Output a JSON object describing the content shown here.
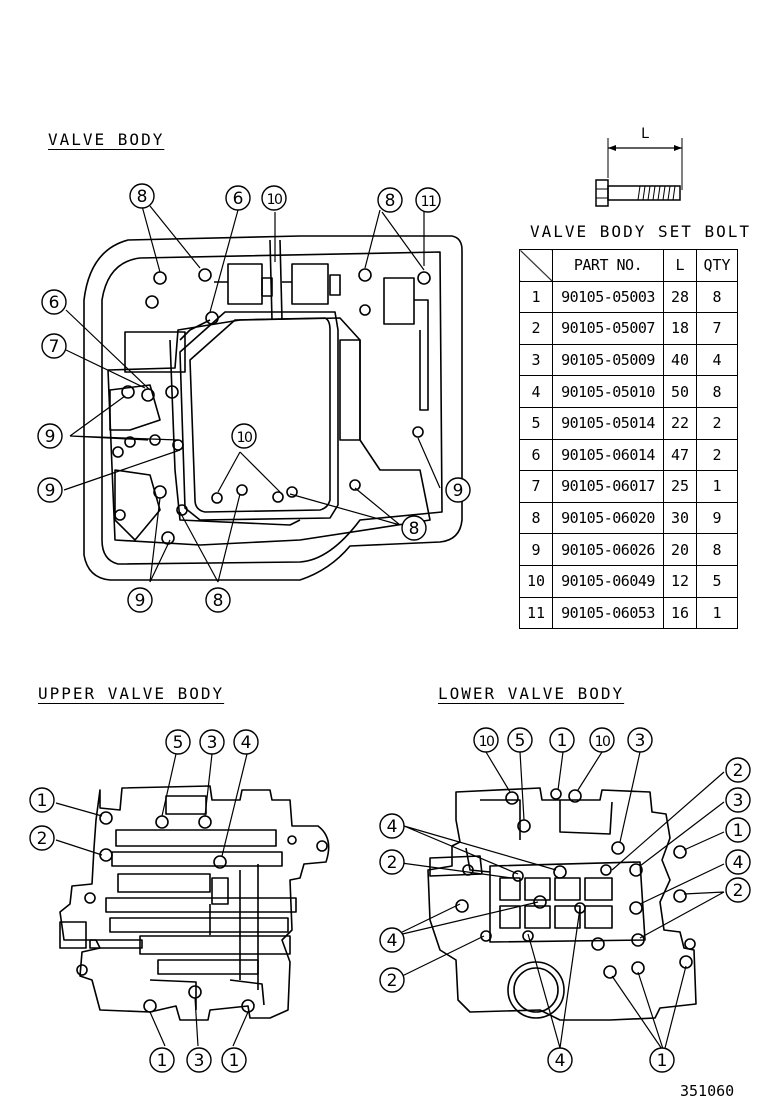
{
  "sections": {
    "valve_body": "VALVE BODY",
    "upper_valve_body": "UPPER VALVE BODY",
    "lower_valve_body": "LOWER VALVE BODY"
  },
  "bolt_icon": {
    "dimension_label": "L"
  },
  "bolt_table": {
    "title": "VALVE BODY SET BOLT",
    "headers": {
      "part_no": "PART NO.",
      "length": "L",
      "qty": "QTY"
    },
    "rows": [
      {
        "no": "1",
        "part_no": "90105-05003",
        "length": "28",
        "qty": "8"
      },
      {
        "no": "2",
        "part_no": "90105-05007",
        "length": "18",
        "qty": "7"
      },
      {
        "no": "3",
        "part_no": "90105-05009",
        "length": "40",
        "qty": "4"
      },
      {
        "no": "4",
        "part_no": "90105-05010",
        "length": "50",
        "qty": "8"
      },
      {
        "no": "5",
        "part_no": "90105-05014",
        "length": "22",
        "qty": "2"
      },
      {
        "no": "6",
        "part_no": "90105-06014",
        "length": "47",
        "qty": "2"
      },
      {
        "no": "7",
        "part_no": "90105-06017",
        "length": "25",
        "qty": "1"
      },
      {
        "no": "8",
        "part_no": "90105-06020",
        "length": "30",
        "qty": "9"
      },
      {
        "no": "9",
        "part_no": "90105-06026",
        "length": "20",
        "qty": "8"
      },
      {
        "no": "10",
        "part_no": "90105-06049",
        "length": "12",
        "qty": "5"
      },
      {
        "no": "11",
        "part_no": "90105-06053",
        "length": "16",
        "qty": "1"
      }
    ]
  },
  "callouts": {
    "valve_body": [
      "8",
      "6",
      "10",
      "8",
      "11",
      "6",
      "7",
      "9",
      "9",
      "10",
      "9",
      "8",
      "9",
      "8"
    ],
    "upper": [
      "5",
      "3",
      "4",
      "1",
      "2",
      "1",
      "3",
      "1"
    ],
    "lower": [
      "10",
      "5",
      "1",
      "10",
      "3",
      "2",
      "3",
      "1",
      "4",
      "2",
      "4",
      "2",
      "4",
      "2",
      "4",
      "1"
    ]
  },
  "figure_id": "351060"
}
